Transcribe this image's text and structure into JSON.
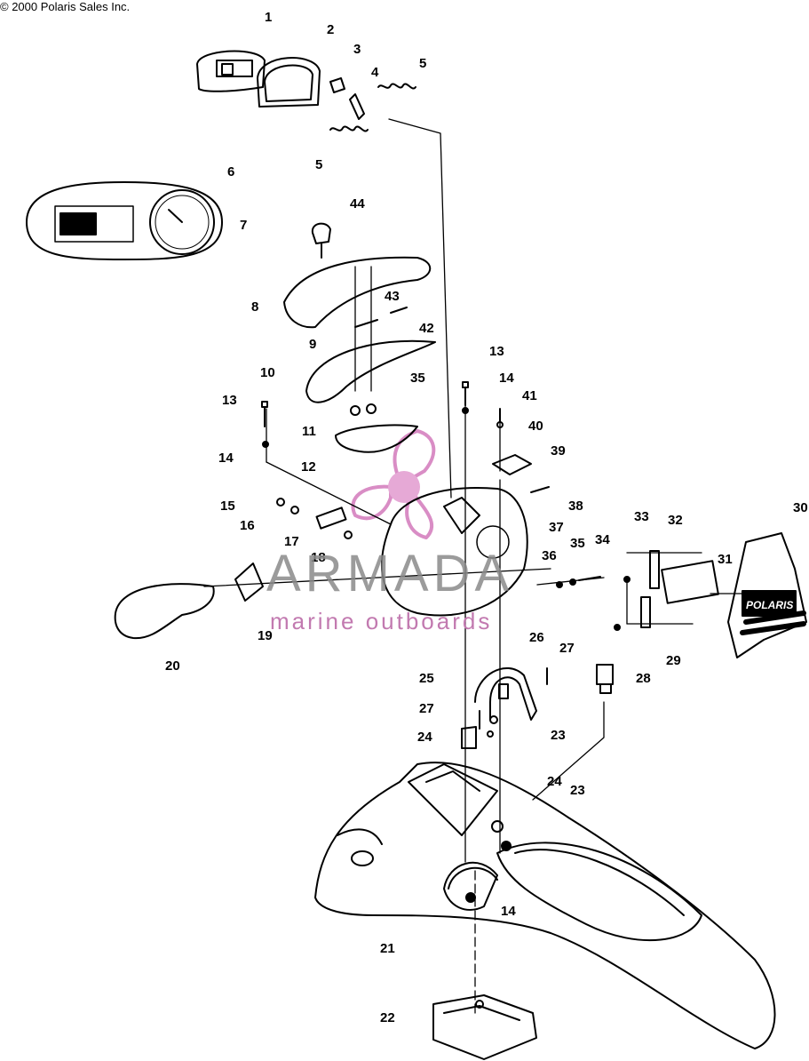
{
  "copyright": "© 2000 Polaris Sales Inc.",
  "watermark": {
    "brand": "ARMADA",
    "tagline": "marine outboards"
  },
  "labels": {
    "p1": "1",
    "p2": "2",
    "p3": "3",
    "p4": "4",
    "p5a": "5",
    "p5b": "5",
    "p6": "6",
    "p7": "7",
    "p8": "8",
    "p9": "9",
    "p10": "10",
    "p11": "11",
    "p12": "12",
    "p13a": "13",
    "p13b": "13",
    "p14a": "14",
    "p14b": "14",
    "p14c": "14",
    "p15": "15",
    "p16": "16",
    "p17": "17",
    "p18": "18",
    "p19": "19",
    "p20": "20",
    "p21": "21",
    "p22": "22",
    "p23a": "23",
    "p23b": "23",
    "p24a": "24",
    "p24b": "24",
    "p25": "25",
    "p26": "26",
    "p27a": "27",
    "p27b": "27",
    "p28": "28",
    "p29": "29",
    "p30": "30",
    "p31": "31",
    "p32": "32",
    "p33": "33",
    "p34": "34",
    "p35a": "35",
    "p35b": "35",
    "p36": "36",
    "p37": "37",
    "p38": "38",
    "p39": "39",
    "p40": "40",
    "p41": "41",
    "p42": "42",
    "p43": "43",
    "p44": "44"
  },
  "decal_text": "POLARIS"
}
